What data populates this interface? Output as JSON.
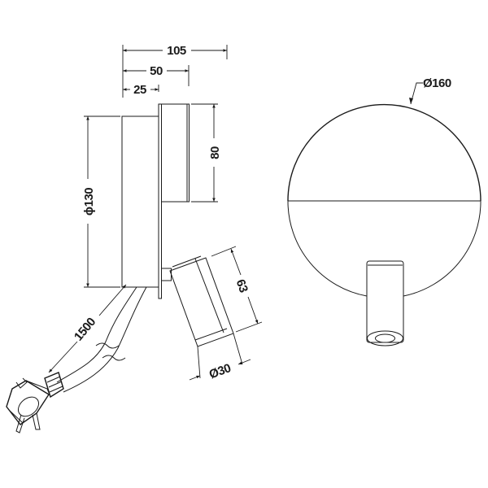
{
  "dimensions": {
    "depth_total": "105",
    "depth_mid": "50",
    "depth_base": "25",
    "switch_height": "80",
    "base_diameter": "ϕ130",
    "cable_length": "1500",
    "spot_length": "63",
    "spot_diameter": "Ø30",
    "front_diameter": "Ø160"
  }
}
